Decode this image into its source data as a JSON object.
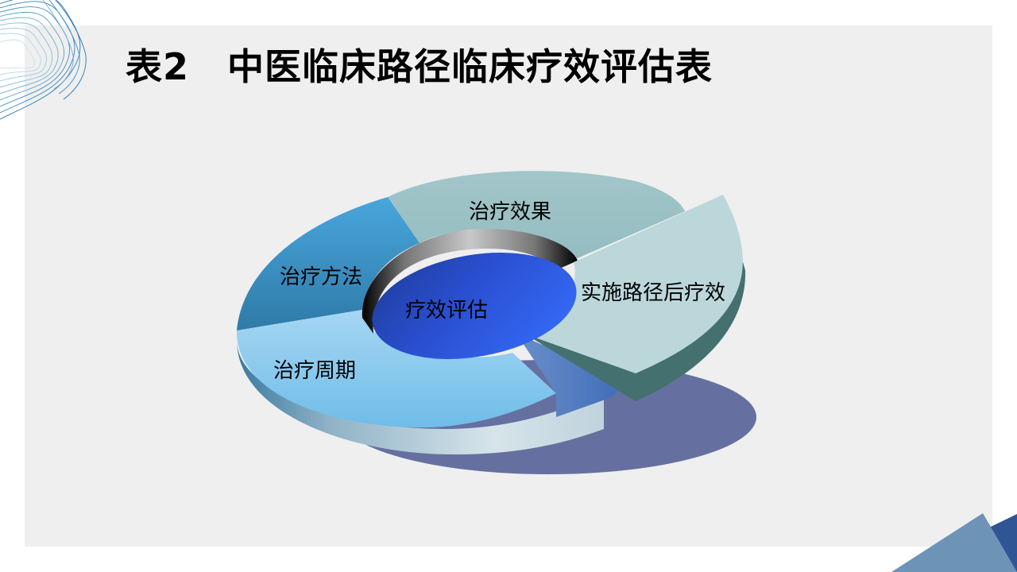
{
  "slide": {
    "title_number": "表2",
    "title_text": "中医临床路径临床疗效评估表"
  },
  "diagram": {
    "center_label": "疗效评估",
    "segments": [
      {
        "label": "治疗效果",
        "color": "#9cc3c6"
      },
      {
        "label": "实施路径后疗效",
        "color": "#bcd7da",
        "exploded": true
      },
      {
        "label": "治疗周期",
        "color": "#8ccbec"
      },
      {
        "label": "治疗方法",
        "color": "#3f8fc4"
      }
    ],
    "center_color": "#2f5fe6",
    "shadow_color": "#6670a0"
  },
  "colors": {
    "panel_bg": "#efefef",
    "accent_light": "#6d93b6",
    "accent_dark": "#2f5595"
  }
}
